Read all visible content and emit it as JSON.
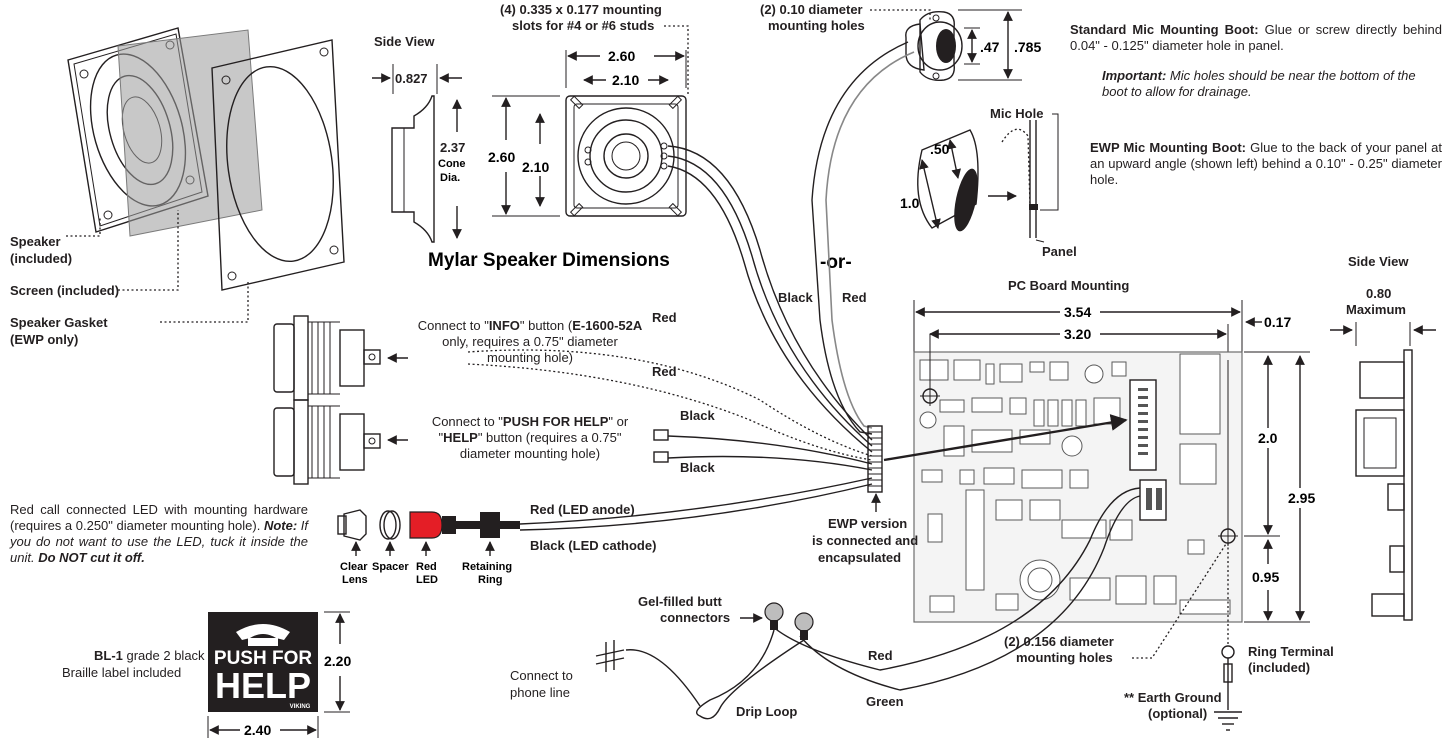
{
  "labels": {
    "side_view_speaker": "Side View",
    "mounting_slots_line1": "(4) 0.335 x 0.177 mounting",
    "mounting_slots_line2": "slots for #4 or #6 studs",
    "mic_holes_line1": "(2) 0.10 diameter",
    "mic_holes_line2": "mounting holes",
    "dim_0827": "0.827",
    "dim_237": "2.37",
    "cone": "Cone",
    "dia": "Dia.",
    "dim_260_top": "2.60",
    "dim_210_top": "2.10",
    "dim_260_left": "2.60",
    "dim_210_left": "2.10",
    "dim_47": ".47",
    "dim_785": ".785",
    "dim_50": ".50",
    "dim_10": "1.0",
    "mic_hole": "Mic Hole",
    "panel": "Panel",
    "or": "-or-",
    "mylar_title": "Mylar Speaker Dimensions",
    "speaker_included_1": "Speaker",
    "speaker_included_2": "(included)",
    "screen_included": "Screen (included)",
    "gasket_1": "Speaker Gasket",
    "gasket_2": "(EWP only)",
    "wire_black": "Black",
    "wire_red": "Red",
    "pcb_title": "PC Board Mounting",
    "dim_354": "3.54",
    "dim_320": "3.20",
    "dim_017": "0.17",
    "dim_20": "2.0",
    "dim_295": "2.95",
    "dim_095": "0.95",
    "side_view_pcb": "Side View",
    "max_080": "0.80",
    "maximum": "Maximum",
    "red_info_1": "Red",
    "red_info_2": "Red",
    "black_help_1": "Black",
    "black_help_2": "Black",
    "led_anode": "Red (LED anode)",
    "led_cathode": "Black (LED cathode)",
    "ewp_1": "EWP version",
    "ewp_2": "is connected and",
    "ewp_3": "encapsulated",
    "clear": "Clear",
    "lens": "Lens",
    "spacer": "Spacer",
    "red_led_1": "Red",
    "red_led_2": "LED",
    "retaining": "Retaining",
    "ring": "Ring",
    "gel_1": "Gel-filled butt",
    "gel_2": "connectors",
    "phone_1": "Connect to",
    "phone_2": "phone line",
    "drip_loop": "Drip Loop",
    "wire_red_bottom": "Red",
    "wire_green": "Green",
    "pcb_holes_1": "(2) 0.156 diameter",
    "pcb_holes_2": "mounting holes",
    "ring_terminal_1": "Ring Terminal",
    "ring_terminal_2": "(included)",
    "earth_1": "** Earth Ground",
    "earth_2": "(optional)",
    "label_push": "PUSH FOR",
    "label_help": "HELP",
    "label_brand": "VIKING",
    "dim_220": "2.20",
    "dim_240": "2.40",
    "bl1_line1_bold": "BL-1",
    "bl1_line1_rest": " grade 2 black",
    "bl1_line2": "Braille label included"
  },
  "notes": {
    "std_boot_title": "Standard Mic Mounting Boot:",
    "std_boot_text": " Glue or screw directly behind 0.04\" - 0.125\" diameter hole in panel.",
    "important_title": "Important:",
    "important_text": " Mic holes should be near the bottom of the boot to allow for drainage.",
    "ewp_boot_title": "EWP Mic Mounting Boot:",
    "ewp_boot_text": " Glue to the back of your panel at an upward angle (shown left) behind a 0.10\" - 0.25\" diameter hole.",
    "info_pre": "Connect to \"",
    "info_btn": "INFO",
    "info_mid": "\" button (",
    "info_model": "E-1600-52A",
    "info_post": " only, requires a 0.75\" diameter mounting hole)",
    "help_pre": "Connect to \"",
    "help_btn1": "PUSH FOR HELP",
    "help_mid": "\" or \"",
    "help_btn2": "HELP",
    "help_post": "\" button (requires a 0.75\" diameter mounting hole)",
    "led_text": "Red call connected LED with mounting hardware (requires a 0.250\" diameter mounting hole). ",
    "led_note_title": "Note:",
    "led_note_text": " If you do not want to use the LED, tuck it inside the unit.",
    "led_note_caps": "Do NOT cut it off."
  },
  "colors": {
    "ink": "#231f20",
    "led_red": "#e41e26",
    "label_bg": "#231f20",
    "screen_gray": "#9a9a9a"
  }
}
